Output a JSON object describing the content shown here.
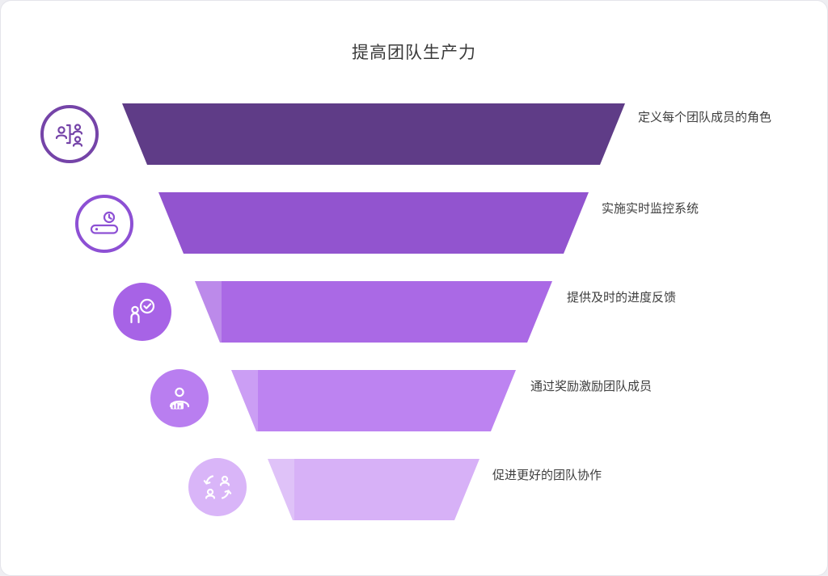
{
  "title": "提高团队生产力",
  "funnel": {
    "items": [
      {
        "label": "定义每个团队成员的角色",
        "color": "#5f3c87",
        "icon": "team-roles-icon",
        "icon_color": "#7544a8",
        "icon_style": "outline"
      },
      {
        "label": "实施实时监控系统",
        "color": "#9254cf",
        "icon": "monitoring-clock-icon",
        "icon_color": "#8d50d4",
        "icon_style": "outline"
      },
      {
        "label": "提供及时的进度反馈",
        "color": "#aa69e5",
        "icon": "timely-feedback-icon",
        "icon_color": "#a763e6",
        "icon_style": "filled"
      },
      {
        "label": "通过奖励激励团队成员",
        "color": "#bd83f1",
        "icon": "reward-presenter-icon",
        "icon_color": "#b97ef0",
        "icon_style": "filled"
      },
      {
        "label": "促进更好的团队协作",
        "color": "#d7b1f7",
        "icon": "collaboration-cycle-icon",
        "icon_color": "#d9b5f8",
        "icon_style": "filled"
      }
    ]
  }
}
